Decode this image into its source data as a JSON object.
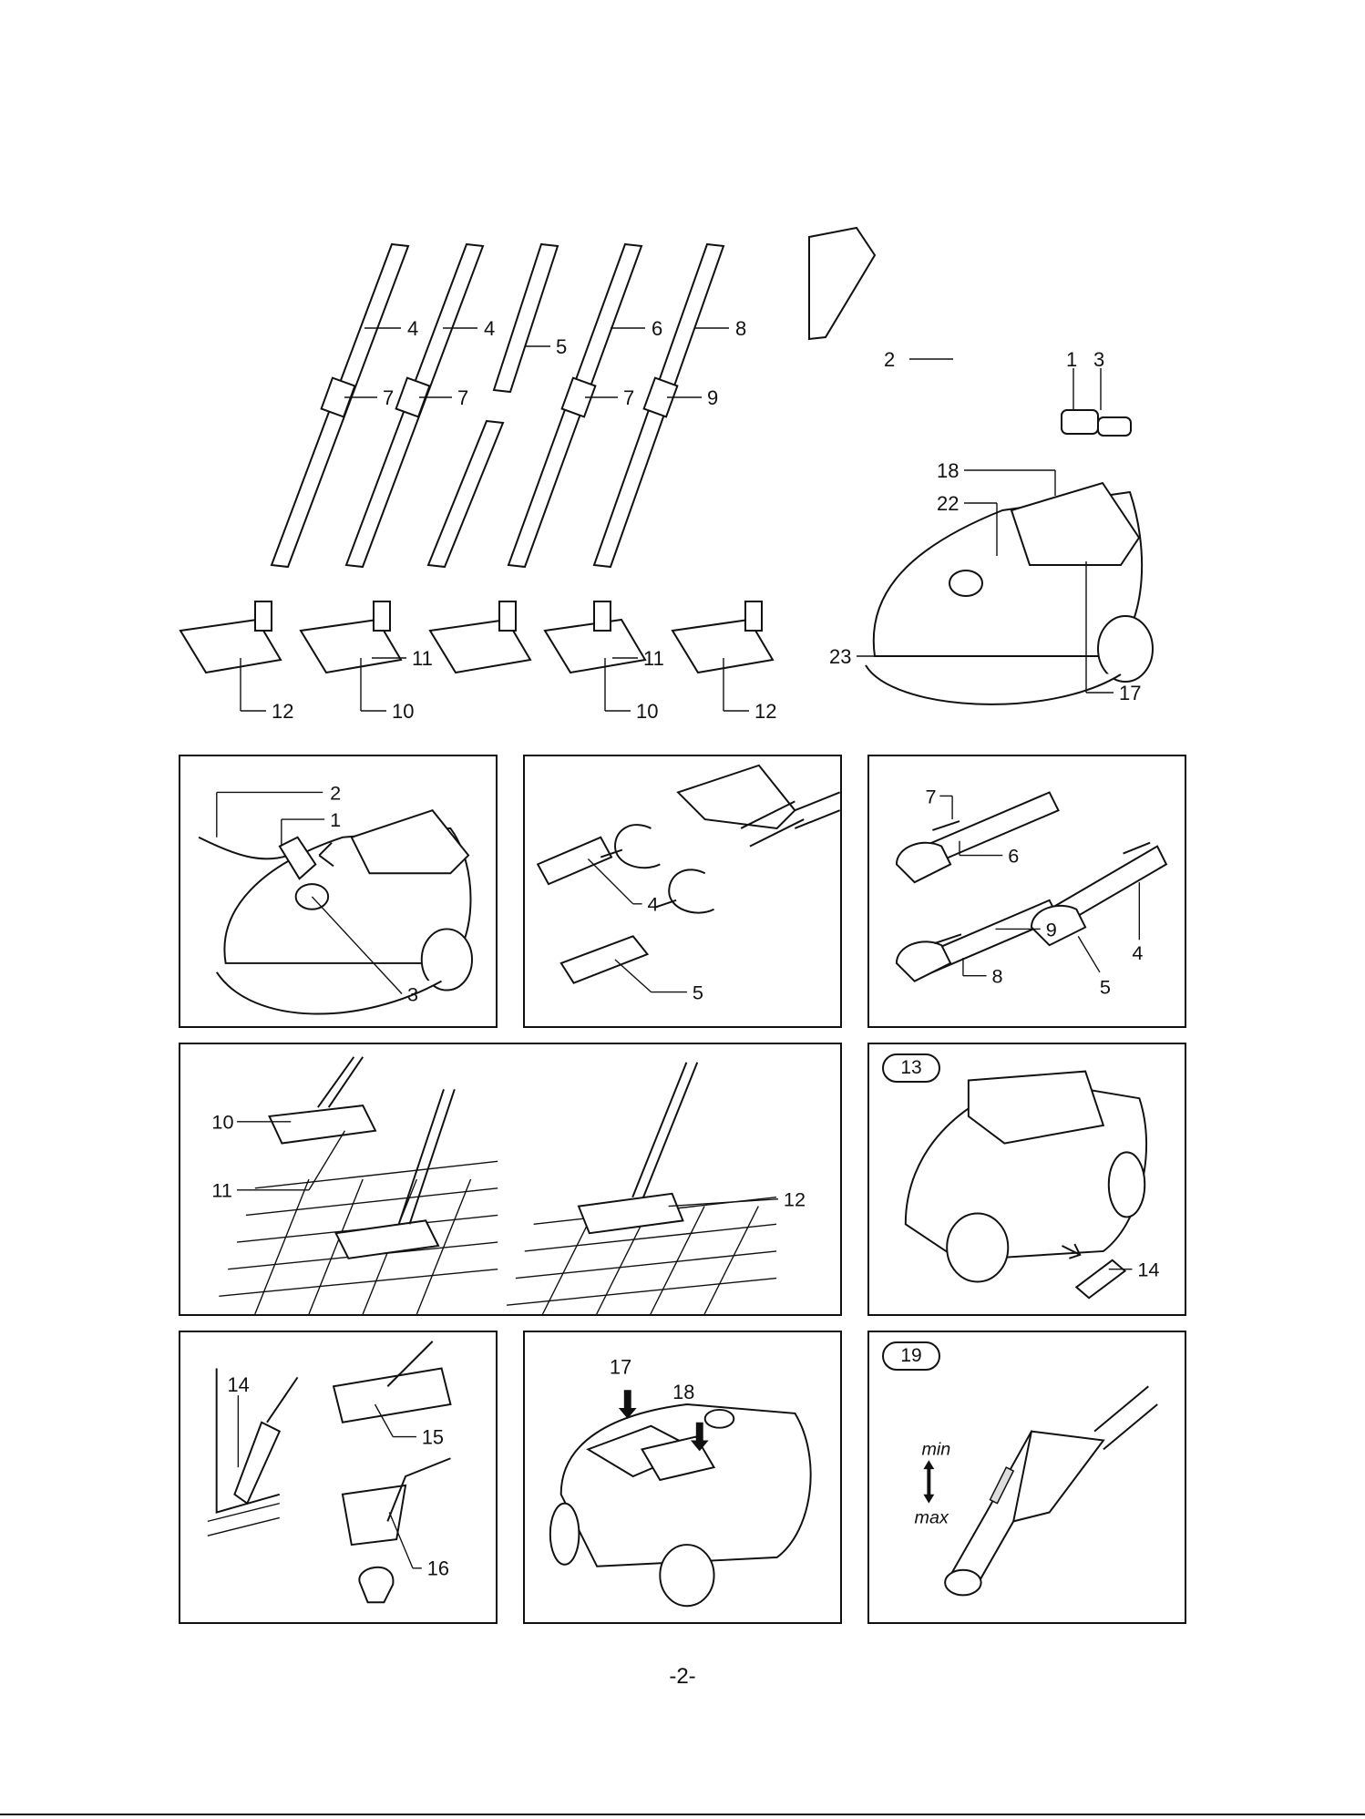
{
  "top_overview": {
    "tube_labels": [
      "4",
      "4",
      "5",
      "6",
      "8"
    ],
    "joint_labels": [
      "7",
      "7",
      "7",
      "9"
    ],
    "second_tube_label": "5",
    "nozzle_labels": [
      "12",
      "10",
      "11",
      "10",
      "11",
      "12"
    ],
    "hose_labels": [
      "2",
      "1",
      "3"
    ],
    "body_labels": [
      "18",
      "22",
      "23",
      "17"
    ]
  },
  "panels": {
    "hose_connect": {
      "labels": [
        "2",
        "1",
        "3"
      ]
    },
    "tube_connect": {
      "labels": [
        "4",
        "5"
      ]
    },
    "tube_adjust": {
      "labels": [
        "7",
        "6",
        "9",
        "8",
        "4",
        "5"
      ]
    },
    "floor_nozzle": {
      "labels": [
        "10",
        "11",
        "12"
      ]
    },
    "tool_storage": {
      "badge": "13",
      "labels": [
        "14"
      ]
    },
    "accessories": {
      "labels": [
        "14",
        "15",
        "16"
      ]
    },
    "lid_open": {
      "labels": [
        "17",
        "18"
      ]
    },
    "suction_control": {
      "badge": "19",
      "min_label": "min",
      "max_label": "max"
    }
  },
  "page_number": "-2-"
}
